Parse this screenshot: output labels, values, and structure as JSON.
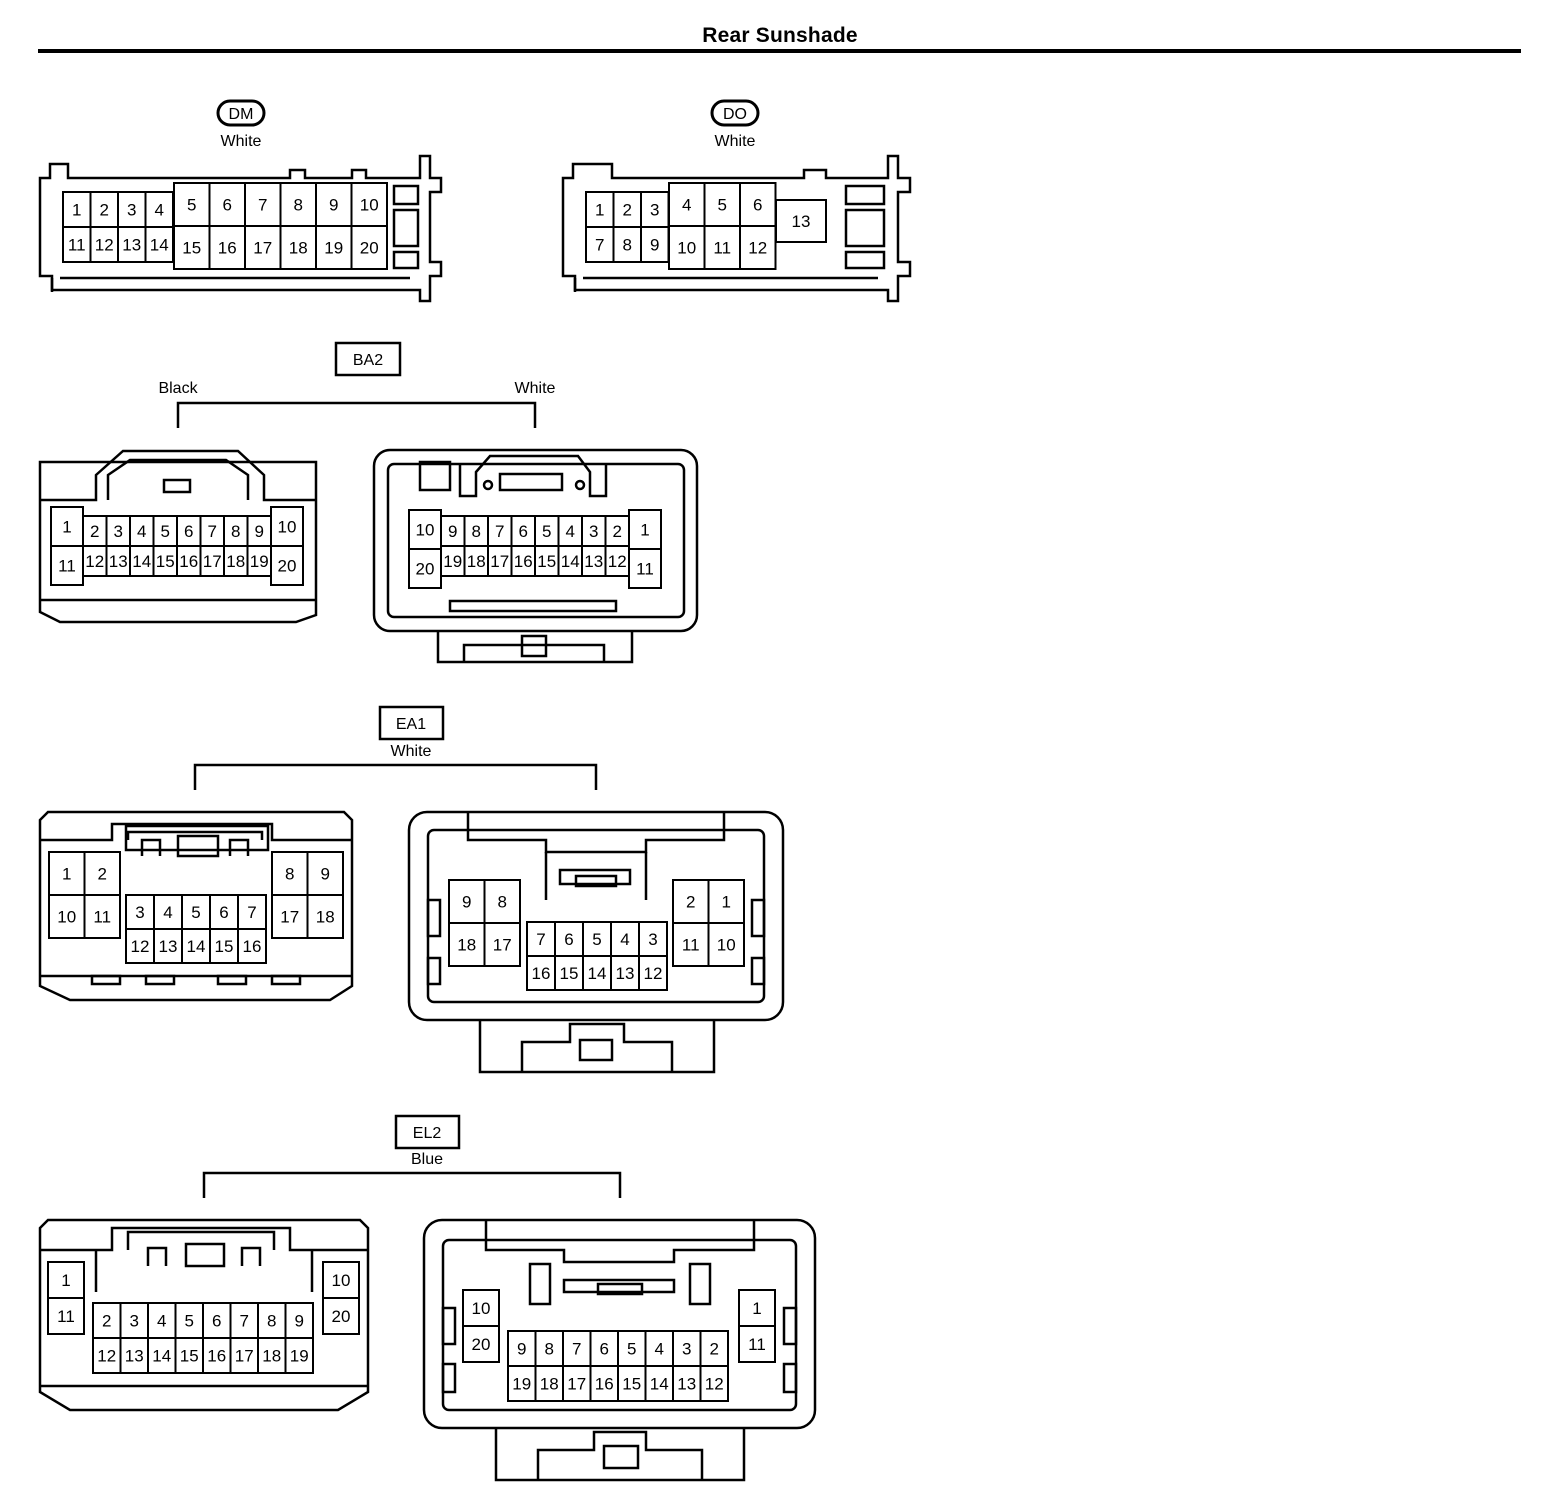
{
  "page": {
    "title": "Rear Sunshade"
  },
  "connectors": {
    "dm": {
      "code": "DM",
      "color": "White",
      "pins": [
        "1",
        "2",
        "3",
        "4",
        "5",
        "6",
        "7",
        "8",
        "9",
        "10",
        "11",
        "12",
        "13",
        "14",
        "15",
        "16",
        "17",
        "18",
        "19",
        "20"
      ]
    },
    "do": {
      "code": "DO",
      "color": "White",
      "pins": [
        "1",
        "2",
        "3",
        "4",
        "5",
        "6",
        "7",
        "8",
        "9",
        "10",
        "11",
        "12",
        "13"
      ]
    },
    "ba2": {
      "code": "BA2",
      "left_color": "Black",
      "right_color": "White",
      "left_pins": [
        "1",
        "2",
        "3",
        "4",
        "5",
        "6",
        "7",
        "8",
        "9",
        "10",
        "11",
        "12",
        "13",
        "14",
        "15",
        "16",
        "17",
        "18",
        "19",
        "20"
      ],
      "right_pins": [
        "10",
        "9",
        "8",
        "7",
        "6",
        "5",
        "4",
        "3",
        "2",
        "1",
        "20",
        "19",
        "18",
        "17",
        "16",
        "15",
        "14",
        "13",
        "12",
        "11"
      ]
    },
    "ea1": {
      "code": "EA1",
      "color": "White",
      "left_pins": [
        "1",
        "2",
        "10",
        "11",
        "3",
        "4",
        "5",
        "6",
        "7",
        "12",
        "13",
        "14",
        "15",
        "16",
        "8",
        "9",
        "17",
        "18"
      ],
      "right_pins": [
        "9",
        "8",
        "18",
        "17",
        "7",
        "6",
        "5",
        "4",
        "3",
        "16",
        "15",
        "14",
        "13",
        "12",
        "2",
        "1",
        "11",
        "10"
      ]
    },
    "el2": {
      "code": "EL2",
      "color": "Blue",
      "left_pins": [
        "1",
        "11",
        "2",
        "3",
        "4",
        "5",
        "6",
        "7",
        "8",
        "9",
        "12",
        "13",
        "14",
        "15",
        "16",
        "17",
        "18",
        "19",
        "10",
        "20"
      ],
      "right_pins": [
        "10",
        "20",
        "9",
        "8",
        "7",
        "6",
        "5",
        "4",
        "3",
        "2",
        "19",
        "18",
        "17",
        "16",
        "15",
        "14",
        "13",
        "12",
        "1",
        "11"
      ]
    }
  }
}
